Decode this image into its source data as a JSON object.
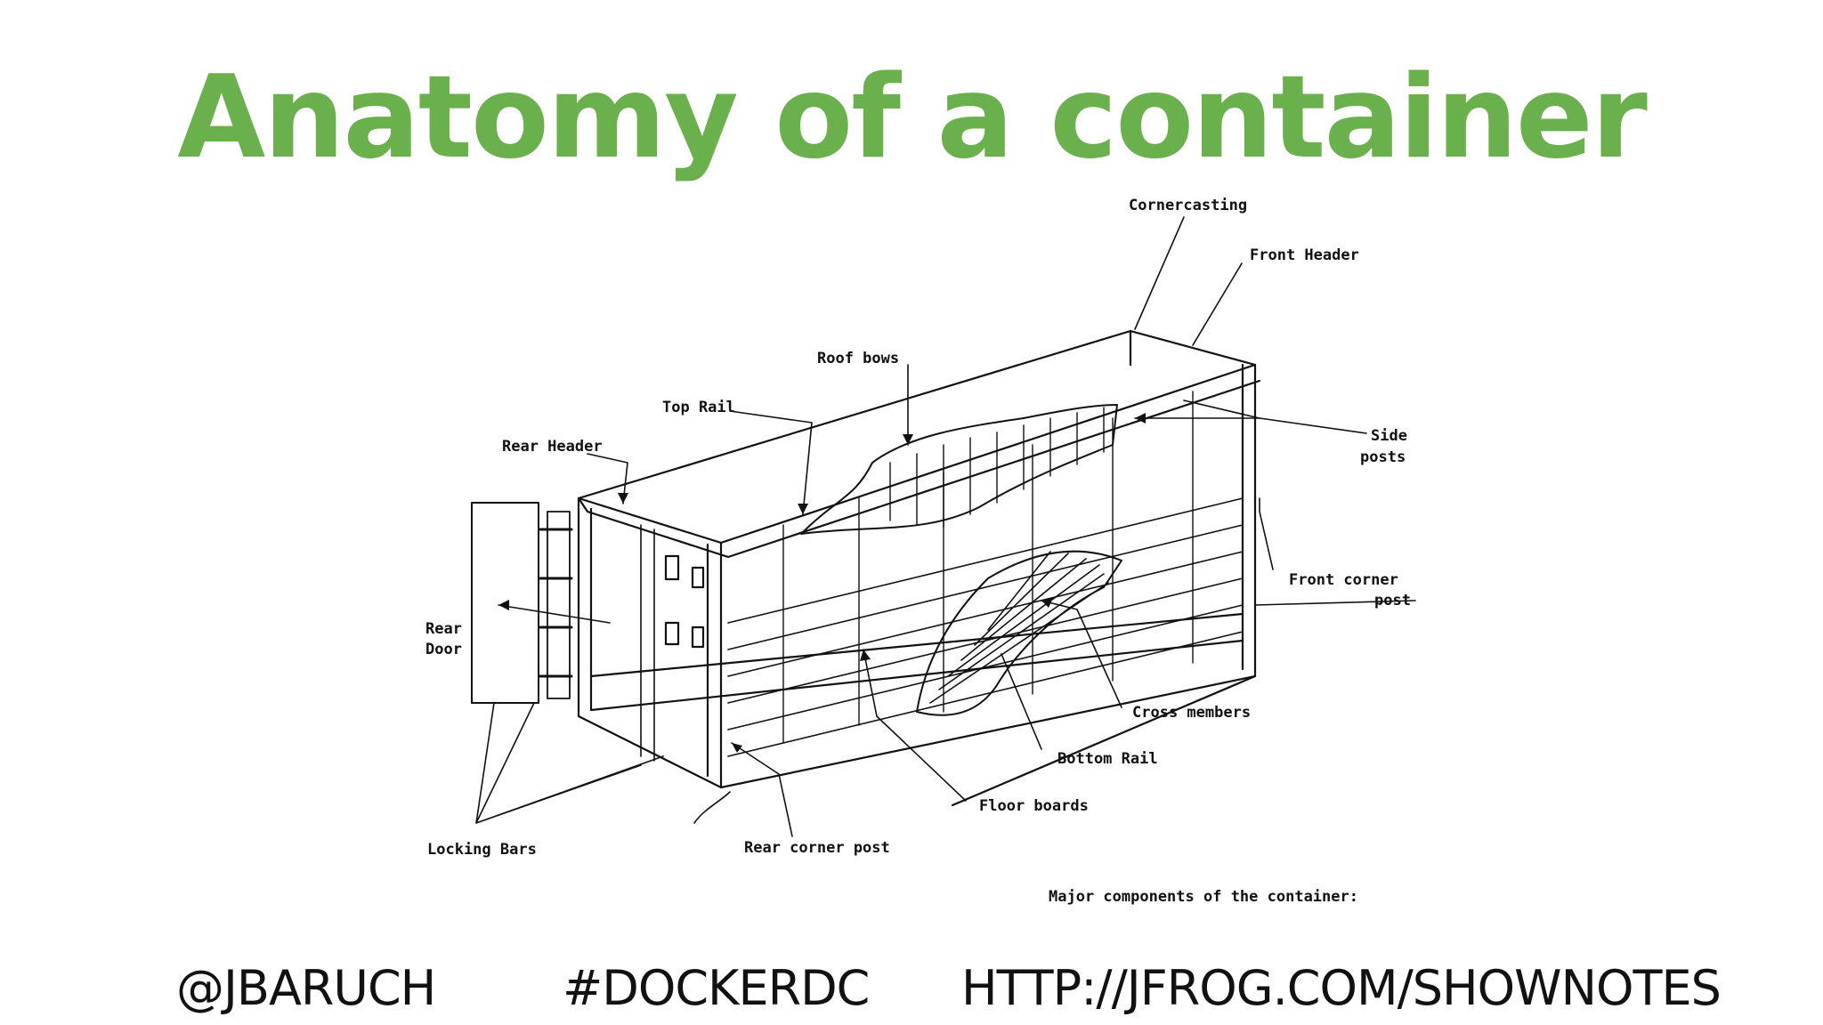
{
  "slide": {
    "title": "Anatomy of a container",
    "title_color": "#6ab04c"
  },
  "diagram": {
    "labels": {
      "cornercasting": "Cornercasting",
      "front_header": "Front Header",
      "roof_bows": "Roof bows",
      "top_rail": "Top Rail",
      "rear_header": "Rear Header",
      "side_posts_1": "Side",
      "side_posts_2": "posts",
      "rear_door_1": "Rear",
      "rear_door_2": "Door",
      "front_corner_post_1": "Front corner",
      "front_corner_post_2": "post",
      "cross_members": "Cross members",
      "bottom_rail": "Bottom Rail",
      "floor_boards": "Floor boards",
      "rear_corner_post": "Rear corner post",
      "locking_bars": "Locking Bars",
      "caption": "Major components of the container:"
    }
  },
  "footer": {
    "handle": "@JBARUCH",
    "hashtag": "#DOCKERDC",
    "url": "HTTP://JFROG.COM/SHOWNOTES"
  }
}
